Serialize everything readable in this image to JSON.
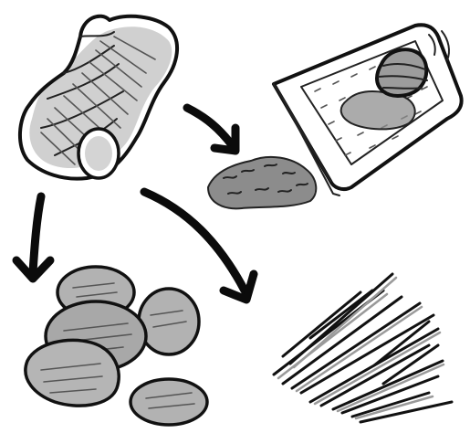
{
  "illustration": {
    "style": "hand-drawn black ink with grey hatching",
    "colors": {
      "ink": "#111111",
      "shading": "#a9a9a9",
      "background": "#ffffff"
    },
    "items": [
      "ginger-root",
      "grater-with-knob",
      "grated-pile",
      "sliced-coins",
      "julienned-sticks",
      "arrow-to-grated",
      "arrow-to-slices",
      "arrow-to-julienne"
    ]
  }
}
